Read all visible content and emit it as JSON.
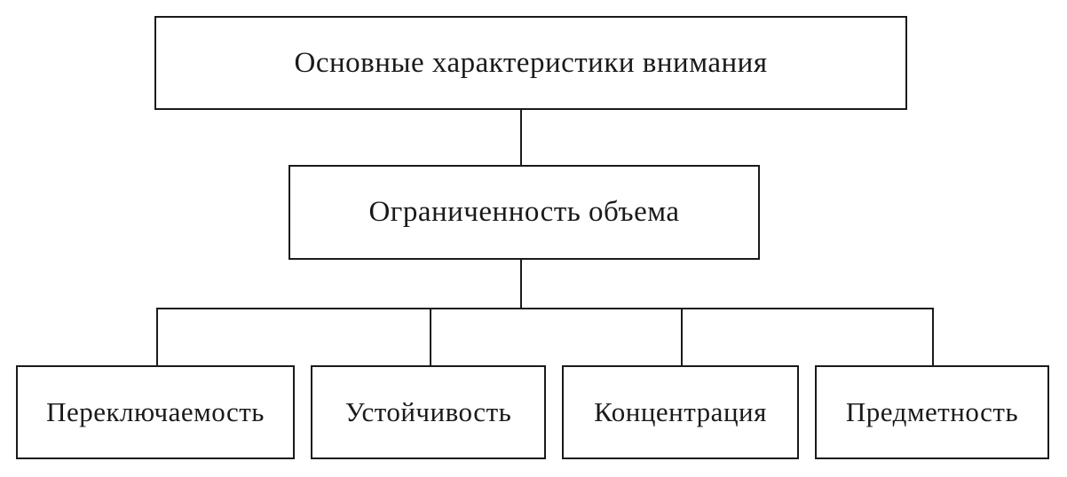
{
  "diagram": {
    "root": {
      "label": "Основные характеристики внимания"
    },
    "middle": {
      "label": "Ограниченность объема"
    },
    "leaves": [
      {
        "label": "Переключаемость"
      },
      {
        "label": "Устойчивость"
      },
      {
        "label": "Концентрация"
      },
      {
        "label": "Предметность"
      }
    ],
    "colors": {
      "stroke": "#1a1a1a",
      "background": "#ffffff"
    }
  }
}
